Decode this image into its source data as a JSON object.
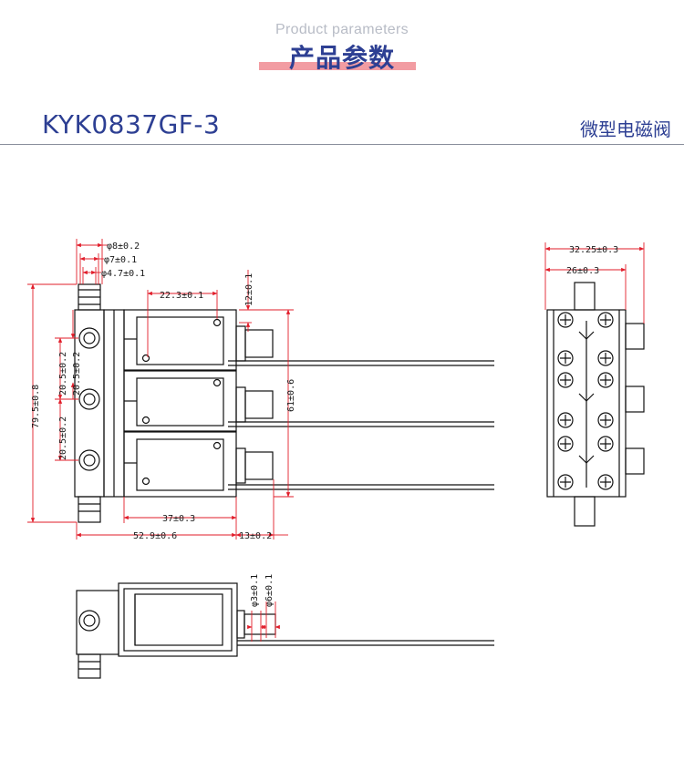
{
  "header": {
    "subtitle_en": "Product parameters",
    "title_cn": "产品参数"
  },
  "product": {
    "model": "KYK0837GF-3",
    "type": "微型电磁阀"
  },
  "dimensions": {
    "d_outer": "φ8±0.2",
    "d_mid": "φ7±0.1",
    "d_inner": "φ4.7±0.1",
    "offset_22_3": "22.3±0.1",
    "height_12": "12±0.1",
    "total_79_5": "79.5±0.8",
    "pitch_a": "20.5±0.2",
    "pitch_b": "20.5±0.2",
    "pitch_c": "20.5±0.2",
    "height_61": "61±0.6",
    "width_37": "37±0.3",
    "width_52_9": "52.9±0.6",
    "width_13": "13±0.2",
    "top_32_25": "32.25±0.3",
    "top_26": "26±0.3",
    "plunger_3": "φ3±0.1",
    "plunger_6": "φ6±0.1"
  },
  "colors": {
    "dimension_line": "#e11d2a",
    "outline": "#111111",
    "accent": "#2d3f93",
    "highlight_bar": "#f29ca2"
  }
}
